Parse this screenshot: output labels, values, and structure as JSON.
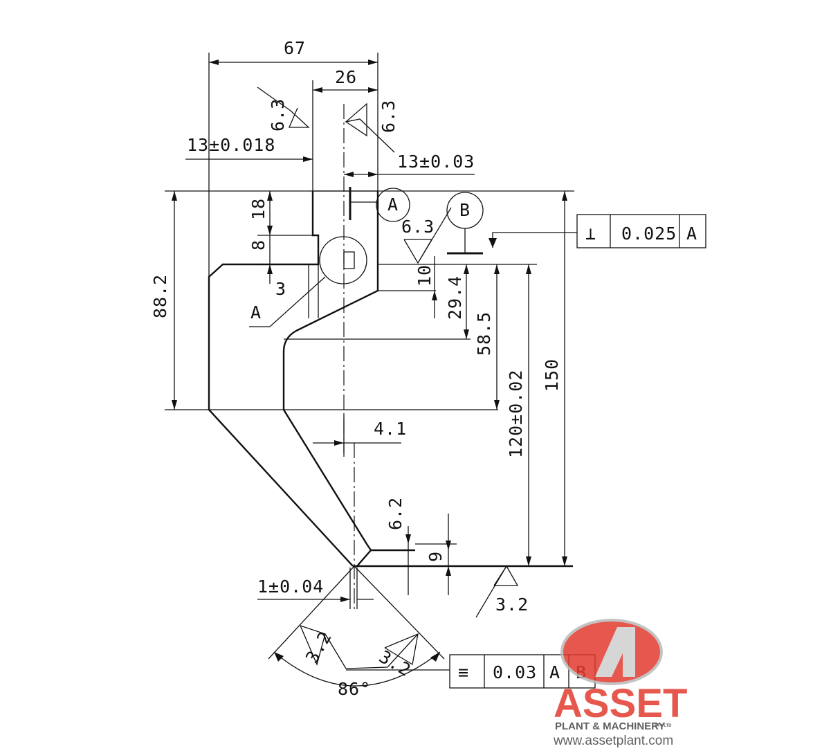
{
  "dimensions": {
    "d67": "67",
    "d26": "26",
    "d13a": "13±0.018",
    "d13b": "13±0.03",
    "d18": "18",
    "d8": "8",
    "d3": "3",
    "d88": "88.2",
    "d10": "10",
    "d29": "29.4",
    "d58": "58.5",
    "d120": "120±0.02",
    "d150": "150",
    "d41": "4.1",
    "d62": "6.2",
    "d9": "9",
    "d1": "1±0.04",
    "d86": "86°"
  },
  "roughness": {
    "r1": "6.3",
    "r2": "6.3",
    "r3": "6.3",
    "r4": "3.2",
    "r5": "3.2",
    "r6": "3.2"
  },
  "datums": {
    "a_circle": "A",
    "b_circle": "B",
    "detail_label": "A"
  },
  "tolerance_frames": {
    "perpendicularity": {
      "symbol": "⊥",
      "value": "0.025",
      "datum": "A"
    },
    "symmetry": {
      "symbol": "≡",
      "value": "0.03",
      "datum1": "A",
      "datum2": "B"
    }
  },
  "logo": {
    "brand": "ASSET",
    "tagline": "PLANT & MACHINERY",
    "small": "PTY LTD",
    "url": "www.assetplant.com"
  },
  "colors": {
    "logo_red": "#e23b2e",
    "logo_silver": "#b9b9b9"
  }
}
